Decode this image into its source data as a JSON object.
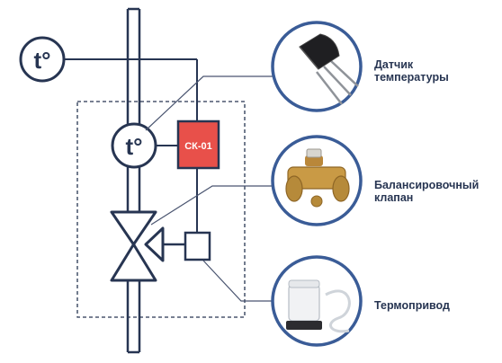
{
  "symbols": {
    "sensor_outside": "t°",
    "sensor_inside": "t°",
    "controller": "СК-01"
  },
  "components": [
    {
      "name": "Датчик температуры",
      "lines": [
        "Датчик",
        "температуры"
      ],
      "icon": "temperature-sensor-photo"
    },
    {
      "name": "Балансировочный клапан",
      "lines": [
        "Балансировочный",
        "клапан"
      ],
      "icon": "balancing-valve-photo"
    },
    {
      "name": "Термопривод",
      "lines": [
        "Термопривод"
      ],
      "icon": "thermal-actuator-photo"
    }
  ],
  "colors": {
    "lines": "#273552",
    "controller_fill": "#e8504a",
    "circle_accent": "#3a5c97"
  }
}
